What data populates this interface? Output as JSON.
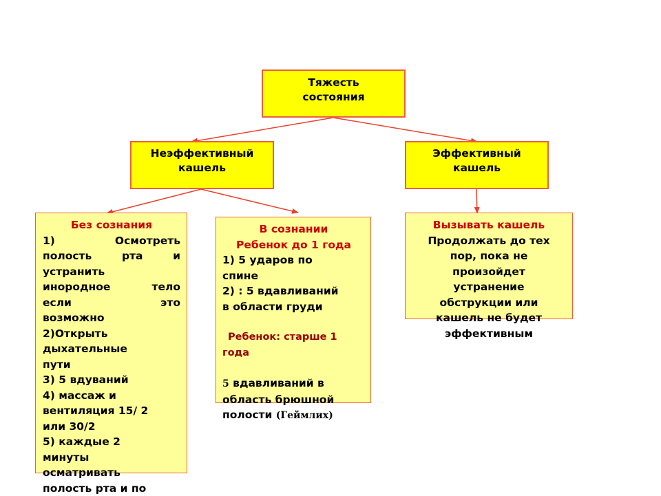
{
  "colors": {
    "header_fill": "#ffff00",
    "box_fill": "#ffff99",
    "border": "#e8613c",
    "arrow": "#e8432a",
    "heading_red": "#cc0000"
  },
  "root": {
    "line1": "Тяжесть",
    "line2": "состояния"
  },
  "left_branch": {
    "line1": "Неэффективный",
    "line2": "кашель"
  },
  "right_branch": {
    "line1": "Эффективный",
    "line2": "кашель"
  },
  "unconscious": {
    "title": "Без сознания",
    "j1": "1)  Осмотреть",
    "j2": "полость  рта  и",
    "l3": "устранить",
    "j4": "инородное  тело",
    "j5": "если  это",
    "l6": "возможно",
    "l7": "2)Открыть",
    "l8": "дыхательные",
    "l9": "пути",
    "l10": "3) 5 вдуваний",
    "l11": "4) массаж и",
    "l12": "вентиляция 15/ 2",
    "l13": "или 30/2",
    "l14": "5) каждые 2",
    "l15": "минуты",
    "l16": "осматривать",
    "l17": "полость рта и по"
  },
  "conscious": {
    "title": "В сознании",
    "subtitle": "Ребенок до 1 года",
    "s1a": "1) 5 ударов по",
    "s1b": "спине",
    "s2a": "2) : 5 вдавливаний",
    "s2b": "в области груди",
    "older_a": "Ребенок: старше 1",
    "older_b": "года",
    "p_num": "5",
    "p_a": " вдавливаний в",
    "p_b": "область брюшной",
    "p_c": "полости ",
    "p_heimlich": "(Геймлих)"
  },
  "cough": {
    "title": "Вызывать кашель",
    "l1": "Продолжать до тех",
    "l2": "пор, пока не",
    "l3": "произойдет",
    "l4": "устранение",
    "l5": "обструкции или",
    "l6": "кашель не будет",
    "l7": "эффективным"
  }
}
